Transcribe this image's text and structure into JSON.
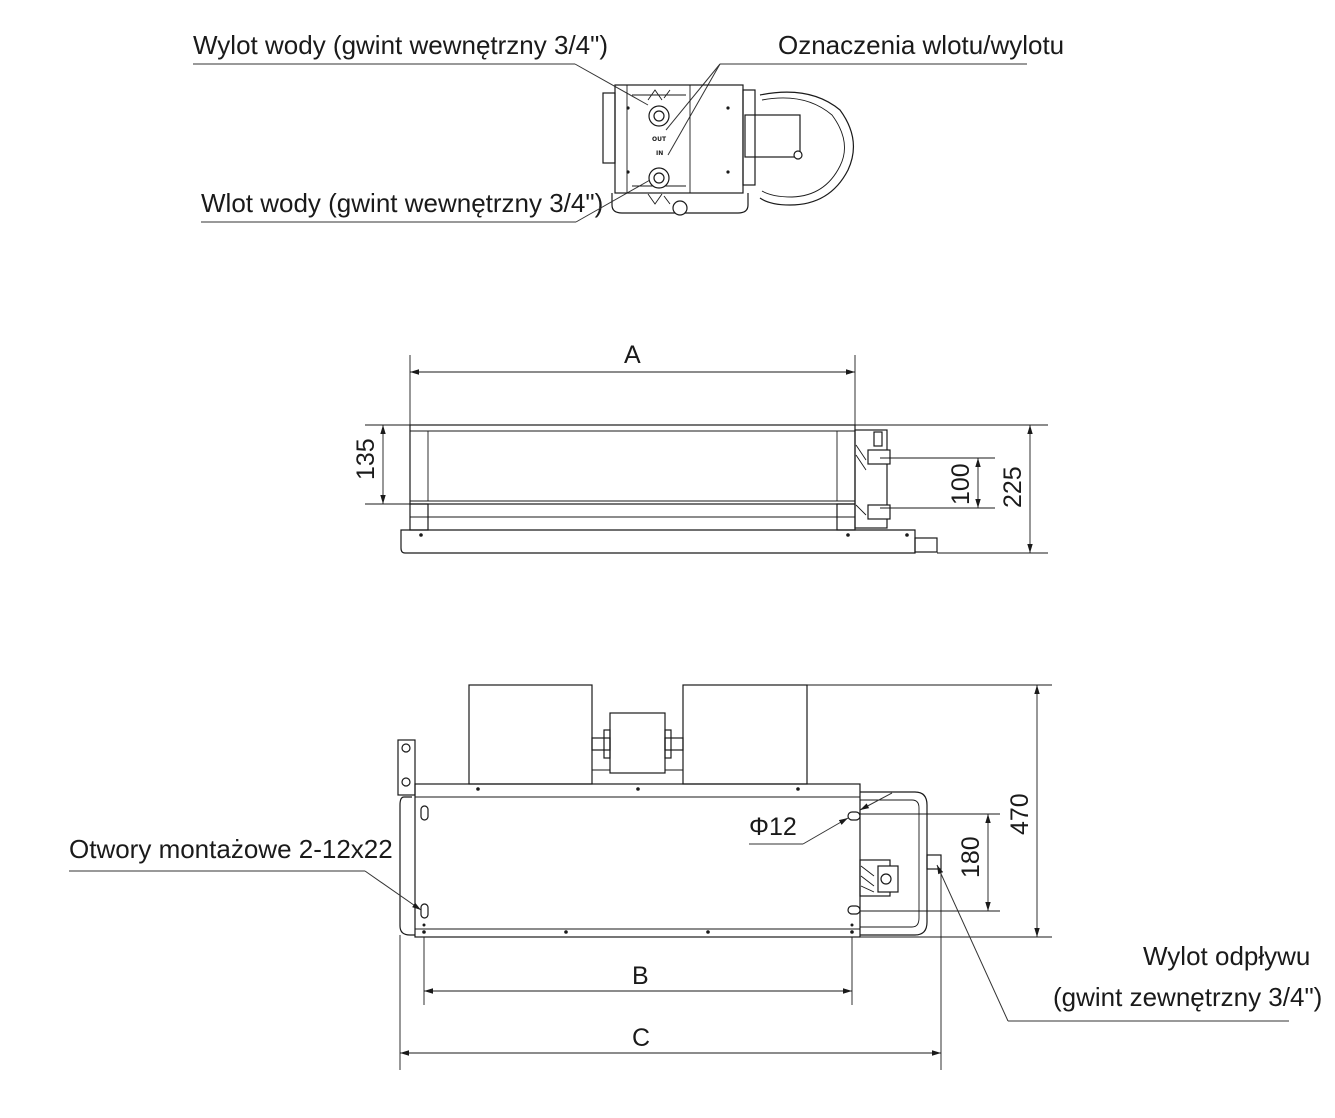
{
  "top_view": {
    "water_outlet_label": "Wylot wody (gwint wewnętrzny 3/4\")",
    "inlet_outlet_markings_label": "Oznaczenia wlotu/wylotu",
    "water_inlet_label": "Wlot wody (gwint wewnętrzny 3/4\")",
    "port_out": "OUT",
    "port_in": "IN"
  },
  "front_view": {
    "dim_a": "A",
    "dim_135": "135",
    "dim_100": "100",
    "dim_225": "225"
  },
  "plan_view": {
    "mounting_holes_label": "Otwory montażowe 2-12x22",
    "phi_label": "Φ12",
    "dim_180": "180",
    "dim_470": "470",
    "dim_b": "B",
    "dim_c": "C",
    "drain_outlet_label_line1": "Wylot odpływu",
    "drain_outlet_label_line2": "(gwint zewnętrzny 3/4\")"
  }
}
